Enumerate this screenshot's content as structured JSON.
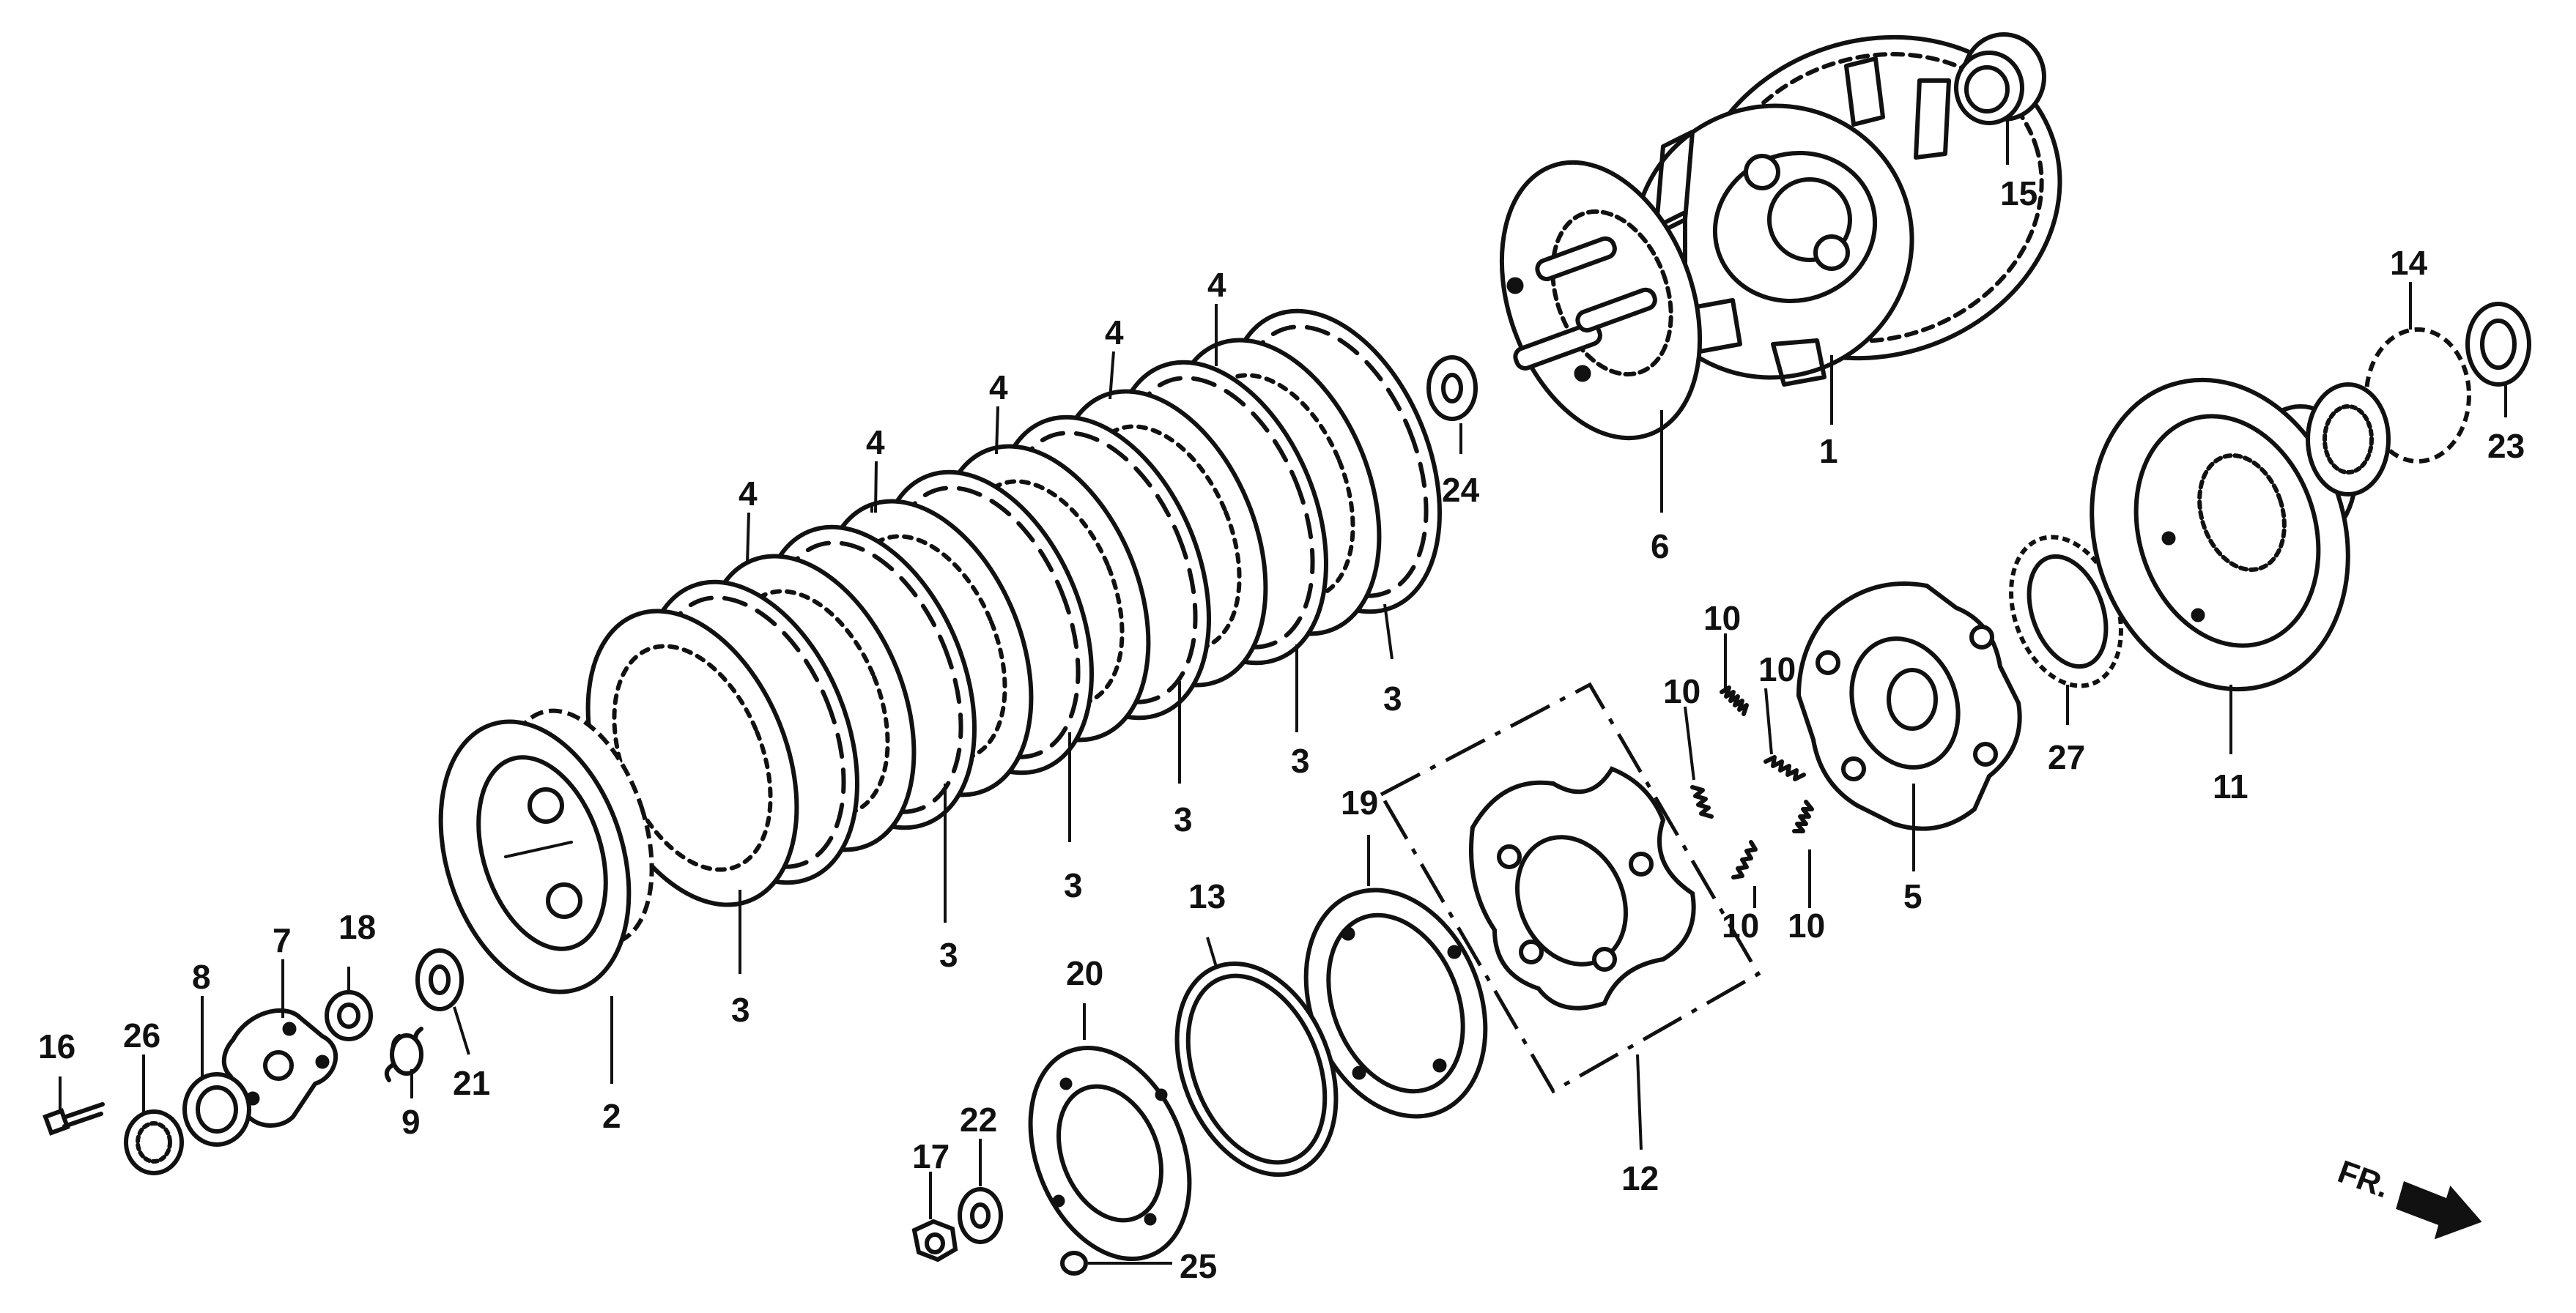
{
  "parts": [
    {
      "id": "p1",
      "label": "1"
    },
    {
      "id": "p2",
      "label": "2"
    },
    {
      "id": "p3a",
      "label": "3"
    },
    {
      "id": "p3b",
      "label": "3"
    },
    {
      "id": "p3c",
      "label": "3"
    },
    {
      "id": "p3d",
      "label": "3"
    },
    {
      "id": "p3e",
      "label": "3"
    },
    {
      "id": "p3f",
      "label": "3"
    },
    {
      "id": "p4a",
      "label": "4"
    },
    {
      "id": "p4b",
      "label": "4"
    },
    {
      "id": "p4c",
      "label": "4"
    },
    {
      "id": "p4d",
      "label": "4"
    },
    {
      "id": "p4e",
      "label": "4"
    },
    {
      "id": "p4f",
      "label": "4"
    },
    {
      "id": "p5",
      "label": "5"
    },
    {
      "id": "p6",
      "label": "6"
    },
    {
      "id": "p7",
      "label": "7"
    },
    {
      "id": "p8",
      "label": "8"
    },
    {
      "id": "p9",
      "label": "9"
    },
    {
      "id": "p10a",
      "label": "10"
    },
    {
      "id": "p10b",
      "label": "10"
    },
    {
      "id": "p10c",
      "label": "10"
    },
    {
      "id": "p10d",
      "label": "10"
    },
    {
      "id": "p10e",
      "label": "10"
    },
    {
      "id": "p11",
      "label": "11"
    },
    {
      "id": "p12",
      "label": "12"
    },
    {
      "id": "p13",
      "label": "13"
    },
    {
      "id": "p14",
      "label": "14"
    },
    {
      "id": "p15",
      "label": "15"
    },
    {
      "id": "p16",
      "label": "16"
    },
    {
      "id": "p17",
      "label": "17"
    },
    {
      "id": "p18",
      "label": "18"
    },
    {
      "id": "p19",
      "label": "19"
    },
    {
      "id": "p20",
      "label": "20"
    },
    {
      "id": "p21",
      "label": "21"
    },
    {
      "id": "p22",
      "label": "22"
    },
    {
      "id": "p23",
      "label": "23"
    },
    {
      "id": "p24",
      "label": "24"
    },
    {
      "id": "p25",
      "label": "25"
    },
    {
      "id": "p26",
      "label": "26"
    },
    {
      "id": "p27",
      "label": "27"
    }
  ],
  "direction_label": "FR."
}
